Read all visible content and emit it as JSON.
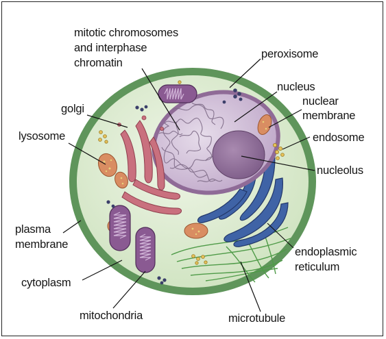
{
  "labels": {
    "chromosomes_line1": "mitotic chromosomes",
    "chromosomes_line2": "and interphase",
    "chromosomes_line3": "chromatin",
    "peroxisome": "peroxisome",
    "nucleus": "nucleus",
    "nuclear_membrane_line1": "nuclear",
    "nuclear_membrane_line2": "membrane",
    "golgi": "golgi",
    "endosome": "endosome",
    "lysosome": "lysosome",
    "nucleolus": "nucleolus",
    "plasma_membrane_line1": "plasma",
    "plasma_membrane_line2": "membrane",
    "endoplasmic_reticulum_line1": "endoplasmic",
    "endoplasmic_reticulum_line2": "reticulum",
    "cytoplasm": "cytoplasm",
    "mitochondria": "mitochondria",
    "microtubule": "microtubule"
  },
  "colors": {
    "membrane": "#5f955b",
    "cytoplasm": "#dcebcf",
    "nucleus": "#ccb6d3",
    "nucleolus": "#8f6b97",
    "golgi": "#c9707e",
    "endoplasmic_reticulum": "#3f63a6",
    "lysosome": "#d98d62",
    "mitochondria": "#8a5a92",
    "microtubule": "#4f9b48",
    "vesicle": "#e0b84a"
  }
}
